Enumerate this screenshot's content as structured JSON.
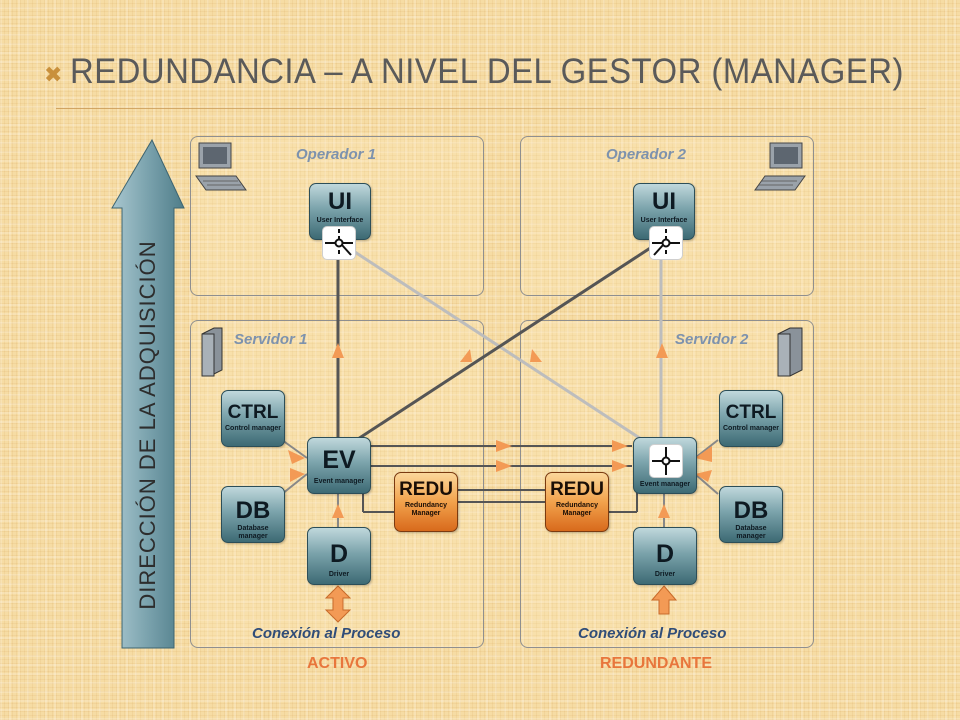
{
  "title": "REDUNDANCIA – A NIVEL DEL GESTOR (MANAGER)",
  "side_label": "DIRECCIÓN DE LA ADQUISICIÓN",
  "left": {
    "operator": "Operador 1",
    "server": "Servidor 1",
    "process": "Conexión al Proceso",
    "status": "ACTIVO"
  },
  "right": {
    "operator": "Operador 2",
    "server": "Servidor 2",
    "process": "Conexión al Proceso",
    "status": "REDUNDANTE"
  },
  "blocks": {
    "ui": {
      "title": "UI",
      "sub": "User Interface"
    },
    "ctrl": {
      "title": "CTRL",
      "sub": "Control manager"
    },
    "db": {
      "title": "DB",
      "sub": "Database manager"
    },
    "ev": {
      "title": "EV",
      "sub": "Event manager"
    },
    "d": {
      "title": "D",
      "sub": "Driver"
    },
    "redu": {
      "title": "REDU",
      "sub1": "Redundancy",
      "sub2": "Manager"
    }
  },
  "colors": {
    "link_dark": "#555555",
    "link_light": "#bdbdbd",
    "arrow": "#f39a55",
    "status": "#e8763c",
    "accent_blue": "#7d92ad"
  }
}
